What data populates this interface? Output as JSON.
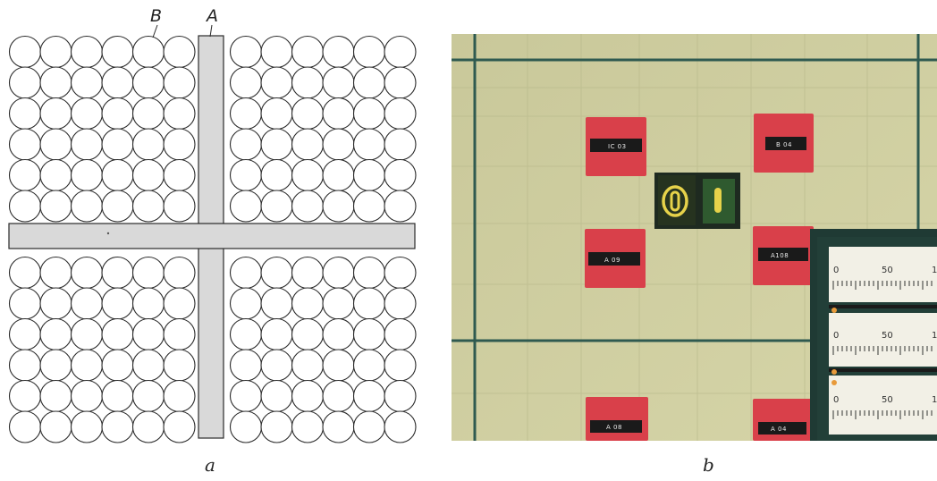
{
  "panel_a": {
    "caption": "a",
    "label_b": "B",
    "label_a": "A",
    "colors": {
      "line": "#2a2a2a",
      "bar_fill": "#d9d9d9"
    },
    "grid_per_quadrant": {
      "cols": 6,
      "rows": 6
    }
  },
  "panel_b": {
    "caption": "b",
    "colors": {
      "background": "#cfcf9e",
      "grid_line": "#2f5a50",
      "indicator_red": "#d9404a",
      "indicator_black": "#1a1a1a",
      "meter_face": "#f2f0e6",
      "lamp_yellow": "#e6d24a"
    },
    "indicators": [
      {
        "plate": "IC 03"
      },
      {
        "plate": "B 04"
      },
      {
        "plate": "A 09"
      },
      {
        "plate": "A108"
      },
      {
        "plate": "A 08"
      },
      {
        "plate": "A 04"
      }
    ],
    "meter_scale": {
      "tick_start": "0",
      "tick_mid": "50",
      "tick_cut": "1"
    }
  }
}
